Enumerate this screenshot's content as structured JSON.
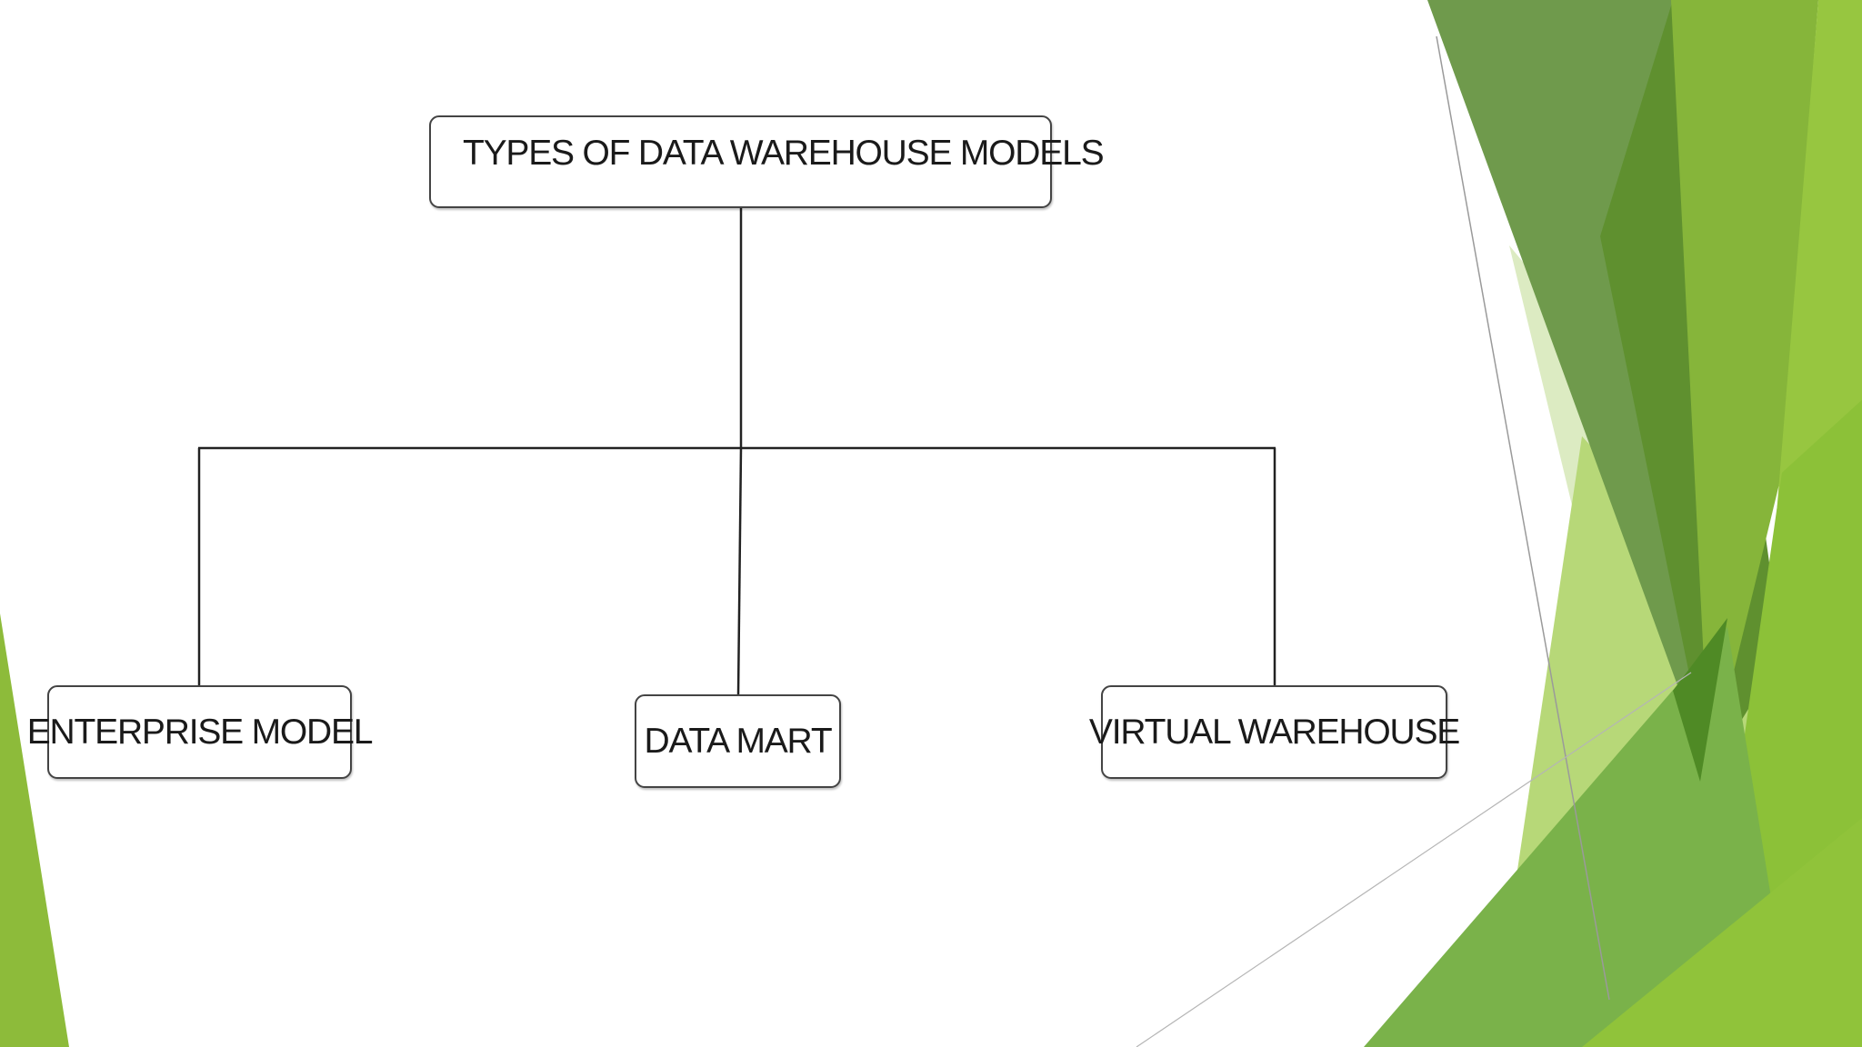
{
  "diagram": {
    "root": {
      "label": "TYPES OF DATA WAREHOUSE MODELS"
    },
    "children": [
      {
        "label": "ENTERPRISE MODEL"
      },
      {
        "label": "DATA MART"
      },
      {
        "label": "VIRTUAL WAREHOUSE"
      }
    ]
  },
  "theme": {
    "line_color": "#222222",
    "accent_greens": [
      "#6e9a48",
      "#8dbb3a",
      "#5c8f2e",
      "#b7d878",
      "#dcebc2",
      "#9ccb3e"
    ]
  }
}
